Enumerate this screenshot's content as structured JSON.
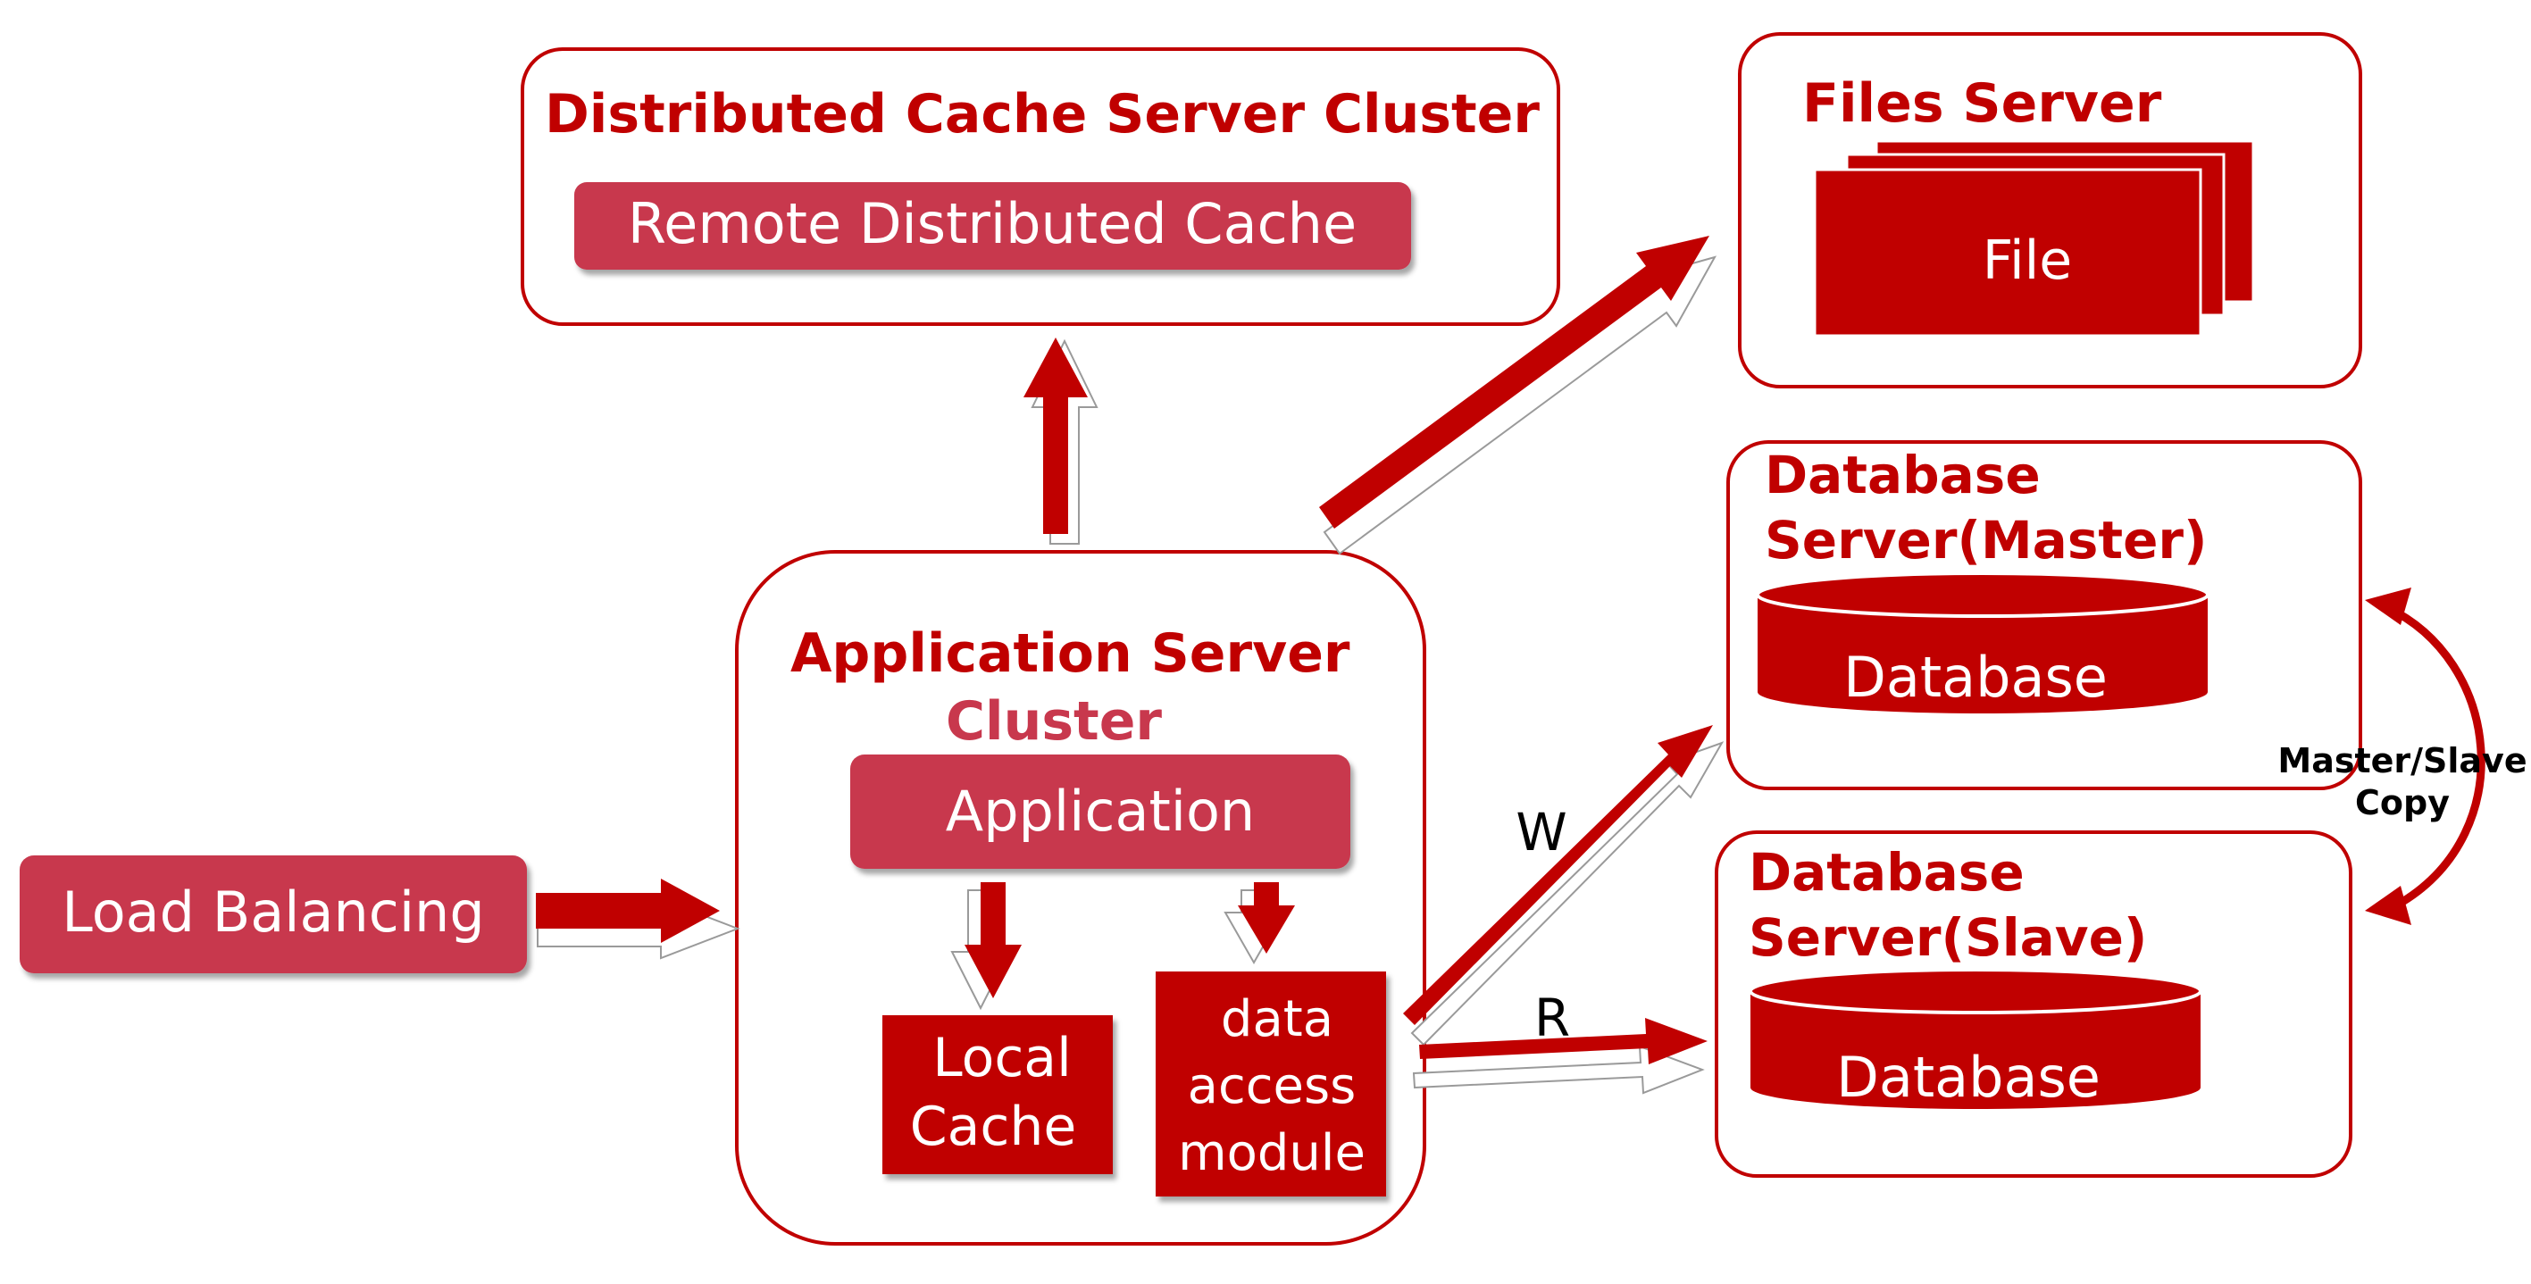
{
  "colors": {
    "primary_red": "#c00000",
    "pill_red": "#c8384d",
    "background": "#ffffff"
  },
  "nodes": {
    "distributed_cache_cluster": {
      "title": "Distributed Cache Server Cluster",
      "inner_label": "Remote Distributed Cache"
    },
    "files_server": {
      "title": "Files Server",
      "inner_label": "File"
    },
    "database_master": {
      "title_line1": "Database",
      "title_line2": "Server(Master)",
      "cylinder_label": "Database"
    },
    "database_slave": {
      "title_line1": "Database",
      "title_line2": "Server(Slave)",
      "cylinder_label": "Database"
    },
    "application_server_cluster": {
      "title_line1": "Application Server",
      "title_line2": "Cluster",
      "application_label": "Application",
      "local_cache_line1": "Local",
      "local_cache_line2": "Cache",
      "data_access_line1": "data",
      "data_access_line2": "access",
      "data_access_line3": "module"
    },
    "load_balancing": {
      "label": "Load Balancing"
    }
  },
  "edges": {
    "write_label": "W",
    "read_label": "R",
    "replication_line1": "Master/Slave",
    "replication_line2": "Copy"
  }
}
